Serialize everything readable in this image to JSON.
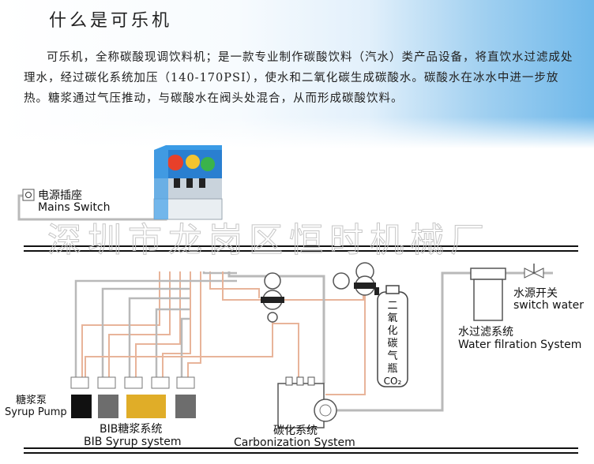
{
  "header": {
    "title": "什么是可乐机",
    "intro": "可乐机，全称碳酸现调饮料机；是一款专业制作碳酸饮料（汽水）类产品设备，将直饮水过滤成处理水，经过碳化系统加压（140-170PSI），使水和二氧化碳生成碳酸水。碳酸水在冰水中进一步放热。糖浆通过气压推动，与碳酸水在阀头处混合，从而形成碳酸饮料。"
  },
  "watermark": "深圳市龙岗区恒时机械厂",
  "labels": {
    "mains_switch_cn": "电源插座",
    "mains_switch_en": "Mains Switch",
    "water_switch_cn": "水源开关",
    "water_switch_en": "switch water",
    "filtration_cn": "水过滤系统",
    "filtration_en": "Water filration System",
    "syrup_pump_cn": "糖浆泵",
    "syrup_pump_en": "Syrup Pump",
    "bib_cn": "BIB糖浆系统",
    "bib_en": "BIB Syrup system",
    "carbonization_cn": "碳化系统",
    "carbonization_en": "Carbonization System",
    "co2_c1": "二",
    "co2_c2": "氧",
    "co2_c3": "化",
    "co2_c4": "碳",
    "co2_c5": "气",
    "co2_c6": "瓶",
    "co2_formula": "CO₂"
  },
  "colors": {
    "gas_line": "#e8b49a",
    "water_line": "#b9b9b9",
    "tank_black": "#111111",
    "tank_gray": "#6d6d6d",
    "tank_gold": "#e0ad28",
    "rail": "#111111"
  },
  "icons": {
    "dispenser": "cola-dispenser-icon",
    "plug": "power-socket-icon",
    "valve": "water-valve-icon",
    "regulator": "pressure-regulator-icon",
    "pump": "water-pump-icon"
  }
}
